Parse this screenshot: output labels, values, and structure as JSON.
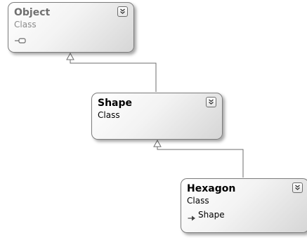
{
  "classes": {
    "object": {
      "name": "Object",
      "kind": "Class"
    },
    "shape": {
      "name": "Shape",
      "kind": "Class"
    },
    "hexagon": {
      "name": "Hexagon",
      "kind": "Class",
      "base": "Shape"
    }
  }
}
